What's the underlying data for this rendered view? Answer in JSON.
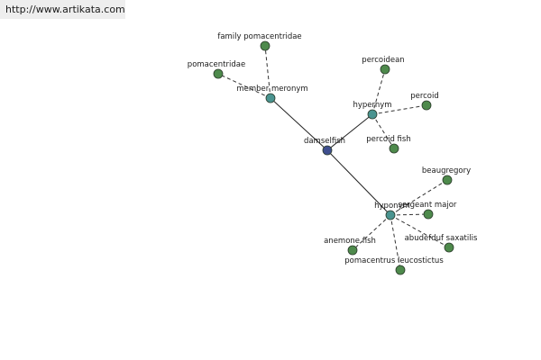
{
  "watermark": {
    "text": "http://www.artikata.com"
  },
  "colors": {
    "root": "#3f4f8f",
    "relation": "#4a9490",
    "leaf": "#4e8a4c",
    "node_stroke": "#2b3b2b",
    "edge": "#222222",
    "dashed_edge": "#333333"
  },
  "graph": {
    "root": {
      "id": "damselfish",
      "label": "damselfish"
    },
    "relations": [
      {
        "id": "member-meronym",
        "label": "member meronym",
        "children": [
          {
            "id": "family-pomacentridae",
            "label": "family pomacentridae"
          },
          {
            "id": "pomacentridae",
            "label": "pomacentridae"
          }
        ]
      },
      {
        "id": "hypernym",
        "label": "hypernym",
        "children": [
          {
            "id": "percoidean",
            "label": "percoidean"
          },
          {
            "id": "percoid",
            "label": "percoid"
          },
          {
            "id": "percoid-fish",
            "label": "percoid fish"
          }
        ]
      },
      {
        "id": "hyponym",
        "label": "hyponym",
        "children": [
          {
            "id": "beaugregory",
            "label": "beaugregory"
          },
          {
            "id": "sergeant-major",
            "label": "sergeant major"
          },
          {
            "id": "abudefduf-saxatilis",
            "label": "abudefduf saxatilis"
          },
          {
            "id": "pomacentrus-leucostictus",
            "label": "pomacentrus leucostictus"
          },
          {
            "id": "anemone-fish",
            "label": "anemone fish"
          }
        ]
      }
    ]
  }
}
